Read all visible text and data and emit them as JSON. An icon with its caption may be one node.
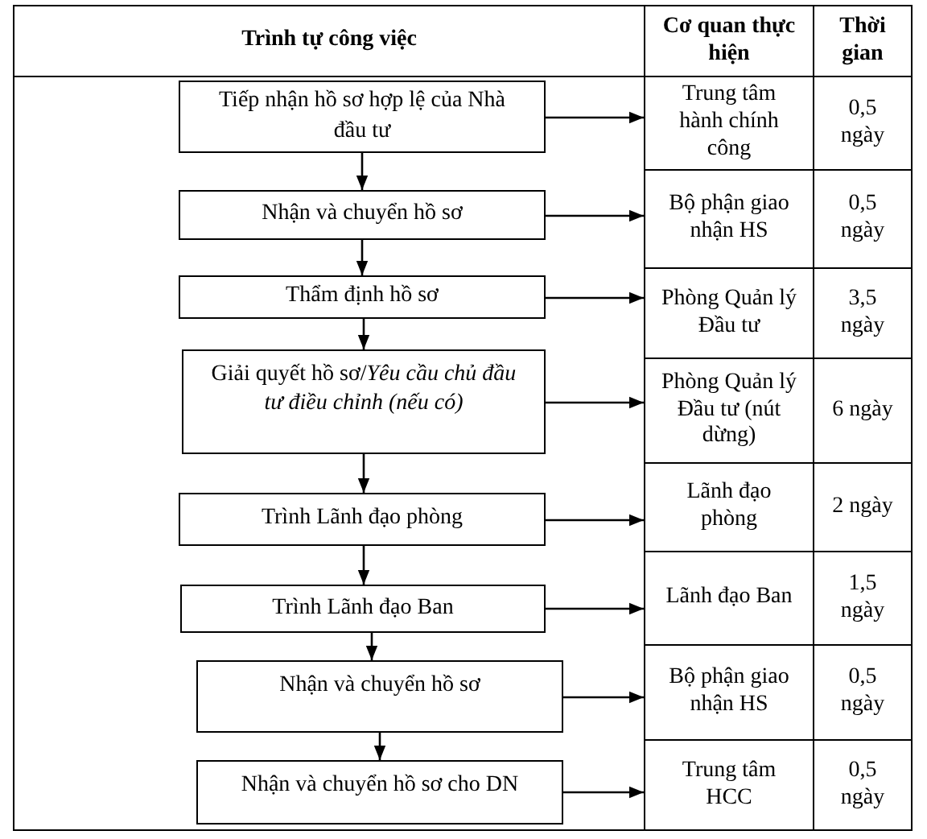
{
  "diagram": {
    "nodes": [
      {
        "text": [
          "Tiếp nhận hồ sơ hợp lệ của Nhà đầu tư"
        ]
      },
      {
        "text": [
          "Nhận và chuyển hồ sơ"
        ]
      },
      {
        "text": [
          "Thẩm định hồ sơ"
        ]
      },
      {
        "text": [
          "Giải quyết hồ sơ/*Yêu cầu chủ đầu tư điều chỉnh (nếu có)*"
        ]
      },
      {
        "text": [
          "Trình Lãnh đạo phòng"
        ]
      },
      {
        "text": [
          "Trình Lãnh đạo Ban"
        ]
      },
      {
        "text": [
          "Nhận và chuyển hồ sơ"
        ]
      },
      {
        "text": [
          "Nhận và chuyển hồ sơ cho DN"
        ]
      },
      {
        "text": [
          "Trung tâm hành chính công"
        ]
      },
      {
        "text": [
          "Bộ phận giao nhận HS"
        ]
      },
      {
        "text": [
          "Phòng Quản lý Đầu tư"
        ]
      },
      {
        "text": [
          "Phòng Quản lý Đầu tư (nút dừng)"
        ]
      },
      {
        "text": [
          "Lãnh đạo phòng"
        ]
      },
      {
        "text": [
          "Lãnh đạo Ban"
        ]
      },
      {
        "text": [
          "Bộ phận giao nhận HS"
        ]
      },
      {
        "text": [
          "Trung tâm HCC"
        ]
      }
    ],
    "edges": [
      {
        "from": 0,
        "to": 1,
        "arrow": "to"
      },
      {
        "from": 1,
        "to": 2,
        "arrow": "to"
      },
      {
        "from": 2,
        "to": 3,
        "arrow": "to"
      },
      {
        "from": 3,
        "to": 4,
        "arrow": "to"
      },
      {
        "from": 4,
        "to": 5,
        "arrow": "to"
      },
      {
        "from": 5,
        "to": 6,
        "arrow": "to"
      },
      {
        "from": 6,
        "to": 7,
        "arrow": "to"
      },
      {
        "from": 0,
        "to": 8,
        "arrow": "to"
      },
      {
        "from": 1,
        "to": 9,
        "arrow": "to"
      },
      {
        "from": 2,
        "to": 10,
        "arrow": "to"
      },
      {
        "from": 3,
        "to": 11,
        "arrow": "to"
      },
      {
        "from": 4,
        "to": 12,
        "arrow": "to"
      },
      {
        "from": 5,
        "to": 13,
        "arrow": "to"
      },
      {
        "from": 6,
        "to": 14,
        "arrow": "to"
      },
      {
        "from": 7,
        "to": 15,
        "arrow": "to"
      }
    ],
    "labels": [
      "Trình tự công việc",
      "Cơ quan thực hiện",
      "Thời gian",
      "0,5 ngày",
      "0,5 ngày",
      "3,5 ngày",
      "6 ngày",
      "2 ngày",
      "1,5 ngày",
      "0,5 ngày",
      "0,5 ngày"
    ]
  }
}
